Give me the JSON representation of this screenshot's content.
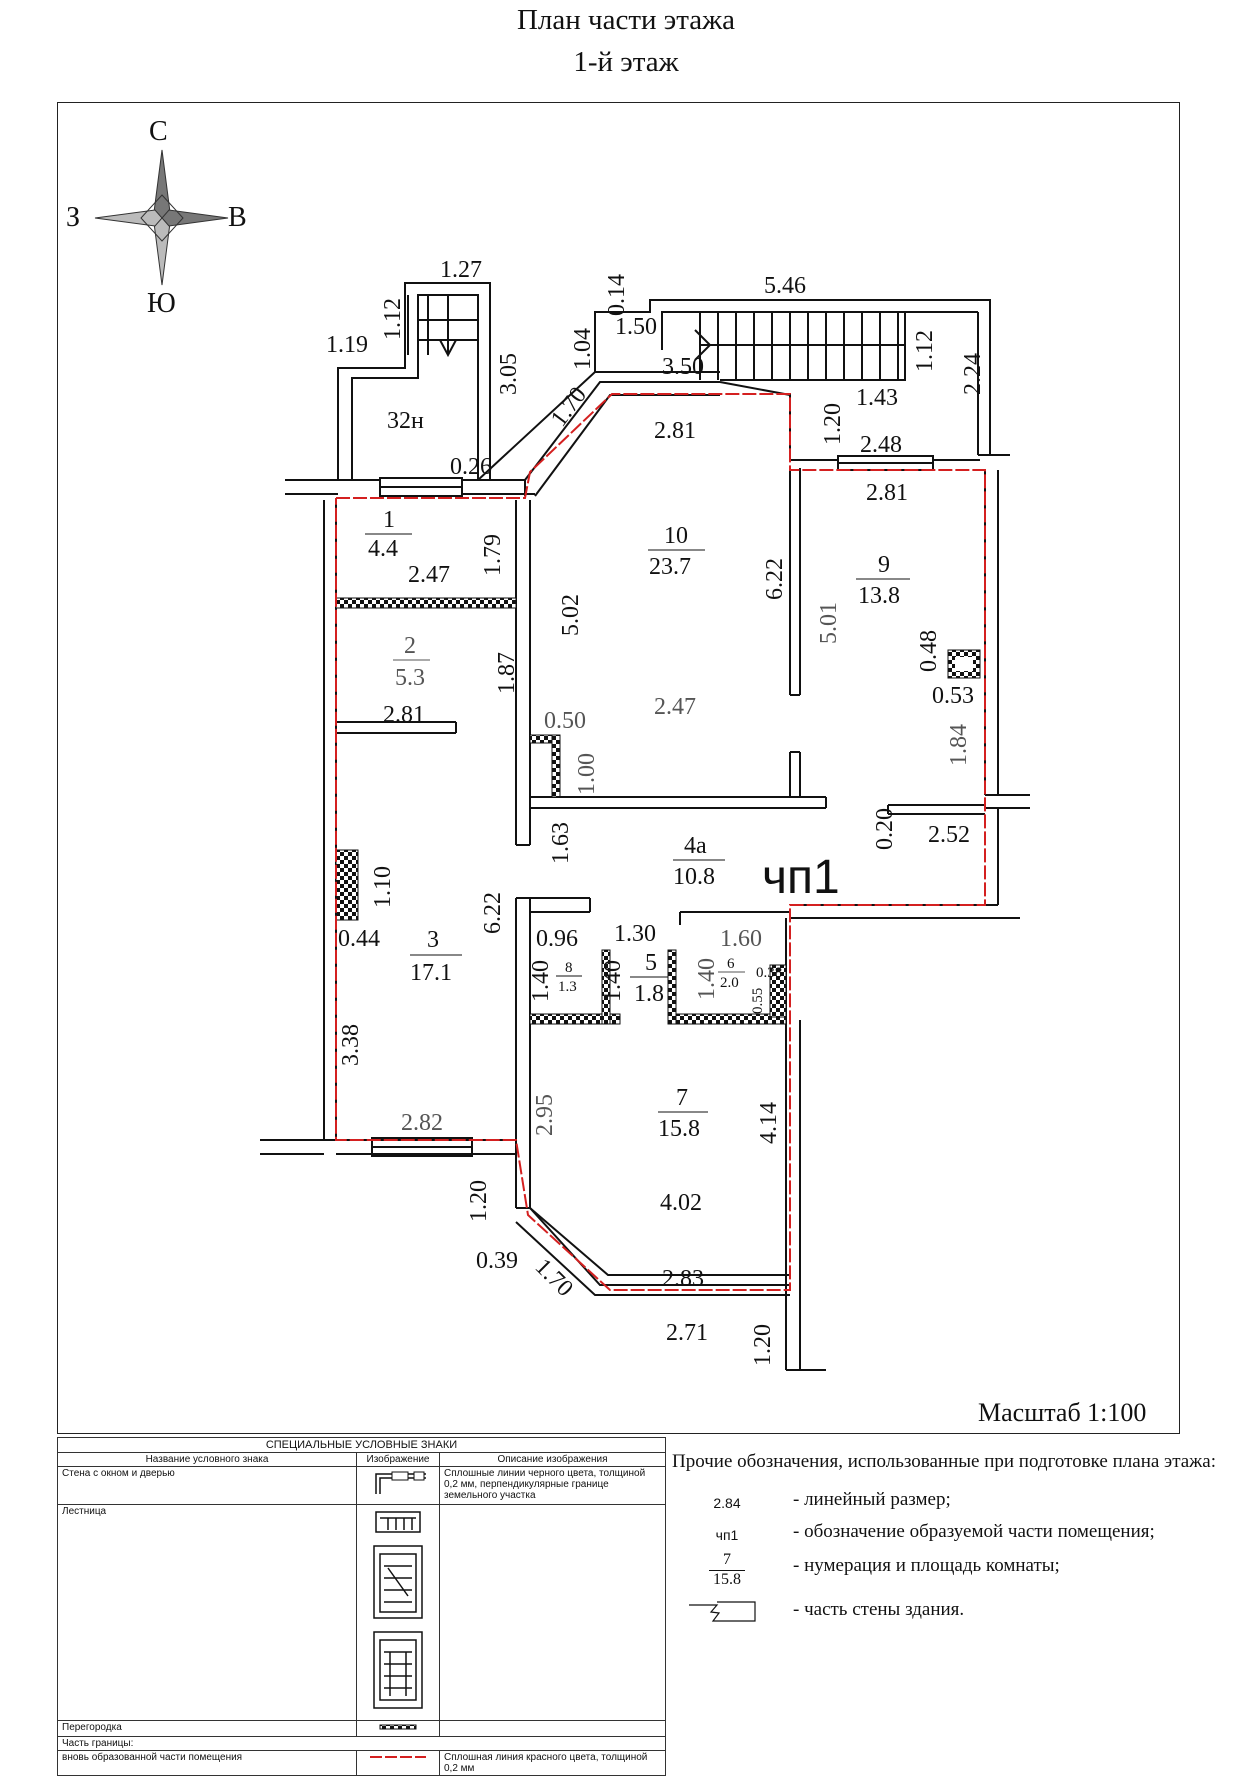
{
  "title": [
    "План части этажа",
    "1-й этаж"
  ],
  "compass": {
    "north": "С",
    "south": "Ю",
    "west": "З",
    "east": "В"
  },
  "dimensions": {
    "d127": "1.27",
    "d112a": "1.12",
    "d119": "1.19",
    "d305": "3.05",
    "d014": "0.14",
    "d104": "1.04",
    "d150": "1.50",
    "d546": "5.46",
    "d350": "3.50",
    "d112b": "1.12",
    "d224": "2.24",
    "d143": "1.43",
    "d120a": "1.20",
    "d248": "2.48",
    "d170a": "1.70",
    "d026": "0.26",
    "d281a": "2.81",
    "d281b": "2.81",
    "d179": "1.79",
    "d247a": "2.47",
    "d622a": "6.22",
    "d502": "5.02",
    "d501": "5.01",
    "d048": "0.48",
    "d053": "0.53",
    "d187": "1.87",
    "d281c": "2.81",
    "d050": "0.50",
    "d247b": "2.47",
    "d100": "1.00",
    "d184": "1.84",
    "d020": "0.20",
    "d252": "2.52",
    "d163": "1.63",
    "d110": "1.10",
    "d044": "0.44",
    "d622b": "6.22",
    "d096": "0.96",
    "d130": "1.30",
    "d160": "1.60",
    "d140a": "1.40",
    "d140b": "1.40",
    "d140c": "1.40",
    "d038": "0.38",
    "d055": "0.55",
    "d338": "3.38",
    "d295": "2.95",
    "d414": "4.14",
    "d282": "2.82",
    "d402": "4.02",
    "d120b": "1.20",
    "d039": "0.39",
    "d170b": "1.70",
    "d283": "2.83",
    "d271": "2.71",
    "d120c": "1.20"
  },
  "rooms": [
    {
      "num": "32н",
      "area": ""
    },
    {
      "num": "1",
      "area": "4.4"
    },
    {
      "num": "2",
      "area": "5.3"
    },
    {
      "num": "10",
      "area": "23.7"
    },
    {
      "num": "9",
      "area": "13.8"
    },
    {
      "num": "4а",
      "area": "10.8"
    },
    {
      "num": "3",
      "area": "17.1"
    },
    {
      "num": "8",
      "area": "1.3"
    },
    {
      "num": "5",
      "area": "1.8"
    },
    {
      "num": "6",
      "area": "2.0"
    },
    {
      "num": "7",
      "area": "15.8"
    }
  ],
  "part_label": "чп1",
  "scale": "Масштаб 1:100",
  "legend": {
    "title": "СПЕЦИАЛЬНЫЕ УСЛОВНЫЕ ЗНАКИ",
    "headers": [
      "Название условного знака",
      "Изображение",
      "Описание изображения"
    ],
    "rows": {
      "wall": {
        "name": "Стена с окном и дверью",
        "desc": "Сплошные линии черного цвета, толщиной 0,2 мм, перпендикулярные границе земельного участка"
      },
      "stairs": {
        "name": "Лестница",
        "desc": ""
      },
      "partition": {
        "name": "Перегородка",
        "desc": ""
      },
      "boundary": {
        "name": "Часть границы:",
        "desc": ""
      },
      "newpart": {
        "name": "вновь образованной части помещения",
        "desc": "Сплошная линия красного цвета, толщиной 0,2 мм"
      }
    }
  },
  "notes": {
    "heading": "Прочие обозначения, использованные при подготовке плана этажа:",
    "items": [
      {
        "sym": "2.84",
        "text": "- линейный размер;"
      },
      {
        "sym": "чп1",
        "text": "- обозначение образуемой части помещения;"
      },
      {
        "sym_num": "7",
        "sym_area": "15.8",
        "text": "- нумерация и площадь комнаты;"
      },
      {
        "sym": "",
        "text": "- часть стены здания."
      }
    ]
  },
  "colors": {
    "wall": "#111111",
    "boundary": "#d42020"
  }
}
